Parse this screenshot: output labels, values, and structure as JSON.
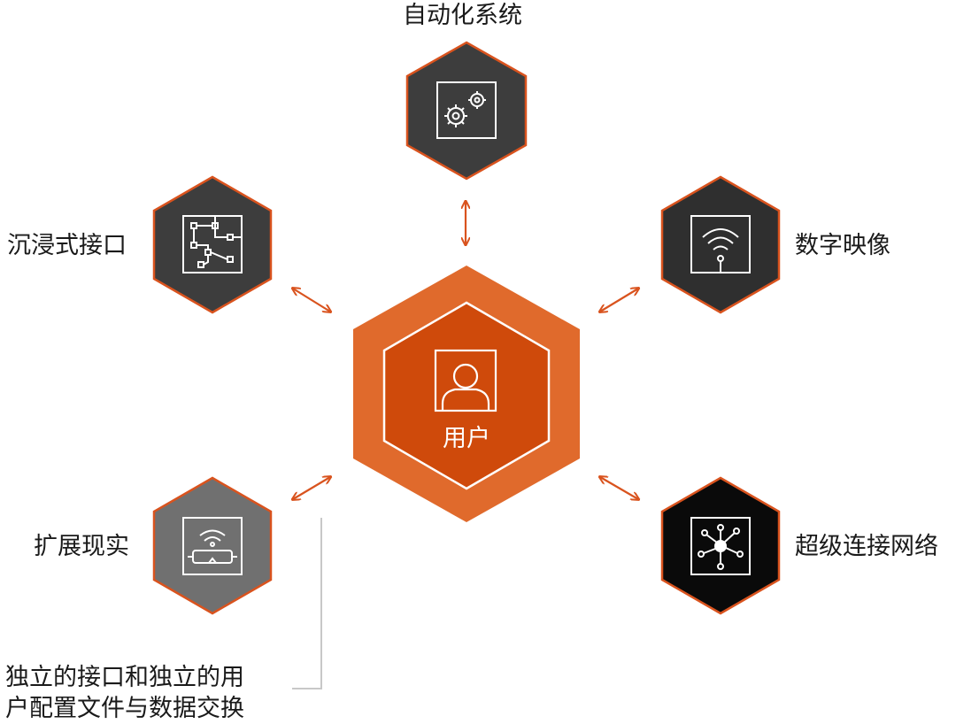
{
  "center": {
    "label": "用户",
    "icon": "user-portrait-icon",
    "outer_color": "#e06a2c",
    "inner_color": "#cf4a0b"
  },
  "nodes": [
    {
      "id": "automation",
      "label": "自动化系统",
      "icon": "gears-icon",
      "fill": "#3d3d3d"
    },
    {
      "id": "immersive",
      "label": "沉浸式接口",
      "icon": "circuit-board-icon",
      "fill": "#3d3d3d"
    },
    {
      "id": "digital-imaging",
      "label": "数字映像",
      "icon": "wireless-signal-icon",
      "fill": "#2f2f2f"
    },
    {
      "id": "extended-reality",
      "label": "扩展现实",
      "icon": "vr-headset-icon",
      "fill": "#707070"
    },
    {
      "id": "hyper-network",
      "label": "超级连接网络",
      "icon": "network-hub-icon",
      "fill": "#0a0a0a"
    }
  ],
  "note": {
    "lines": [
      "独立的接口和独立的用",
      "户配置文件与数据交换"
    ]
  },
  "colors": {
    "accent": "#d9531e",
    "hex_border": "#d9531e",
    "icon_stroke": "#ffffff",
    "bracket": "#c8c8c8"
  }
}
